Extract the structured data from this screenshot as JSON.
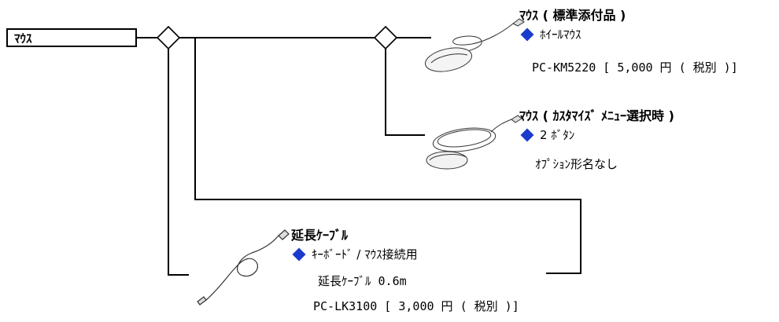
{
  "root": {
    "label": "ﾏｳｽ"
  },
  "items": [
    {
      "title": "ﾏｳｽ ( 標準添付品 )",
      "bullet": "ﾎｲｰﾙﾏｳｽ",
      "line1": "PC-KM5220 [ 5,000 円 ( 税別 )]"
    },
    {
      "title": "ﾏｳｽ ( ｶｽﾀﾏｲｽﾞ ﾒﾆｭｰ選択時 )",
      "bullet": "2 ﾎﾞﾀﾝ",
      "line1": "ｵﾌﾟｼｮﾝ形名なし"
    },
    {
      "title": "延長ｹｰﾌﾞﾙ",
      "bullet": "ｷｰﾎﾞｰﾄﾞ / ﾏｳｽ接続用",
      "line1": "延長ｹｰﾌﾞﾙ 0.6m",
      "line2": "PC-LK3100 [ 3,000 円 ( 税別 )]"
    }
  ],
  "colors": {
    "lines": "#000000",
    "bullet": "#1a3ccc",
    "background": "#ffffff"
  }
}
